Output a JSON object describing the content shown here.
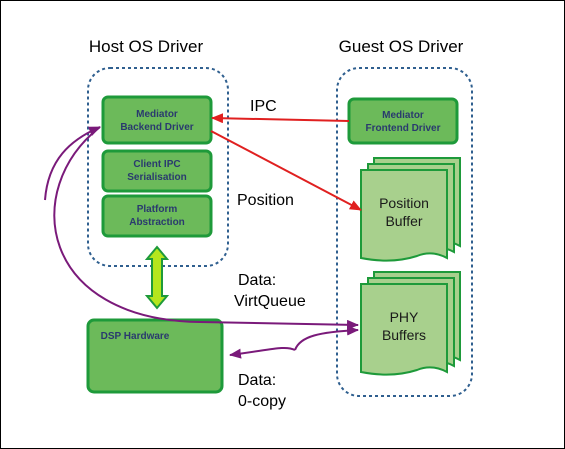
{
  "headings": {
    "host": "Host OS Driver",
    "guest": "Guest OS Driver"
  },
  "host_blocks": [
    {
      "lines": [
        "Mediator",
        "Backend Driver"
      ]
    },
    {
      "lines": [
        "Client IPC",
        "Serialisation"
      ]
    },
    {
      "lines": [
        "Platform",
        "Abstraction"
      ]
    }
  ],
  "guest_block": {
    "lines": [
      "Mediator",
      "Frontend Driver"
    ]
  },
  "dsp": {
    "label": "DSP Hardware"
  },
  "buffers": [
    {
      "lines": [
        "Position",
        "Buffer"
      ]
    },
    {
      "lines": [
        "PHY",
        "Buffers"
      ]
    }
  ],
  "arrow_labels": {
    "ipc": "IPC",
    "position": "Position",
    "virtqueue": [
      "Data:",
      "VirtQueue"
    ],
    "zerocopy": [
      "Data:",
      "0-copy"
    ]
  },
  "colors": {
    "box_fill": "#6cba5a",
    "box_stroke": "#1e9a3a",
    "buffer_fill": "#a8d08d",
    "container_stroke": "#2f5f8f",
    "ipc_arrow": "#e02020",
    "data_arrow": "#7a1a7a",
    "link_fill": "#b5e61d"
  }
}
